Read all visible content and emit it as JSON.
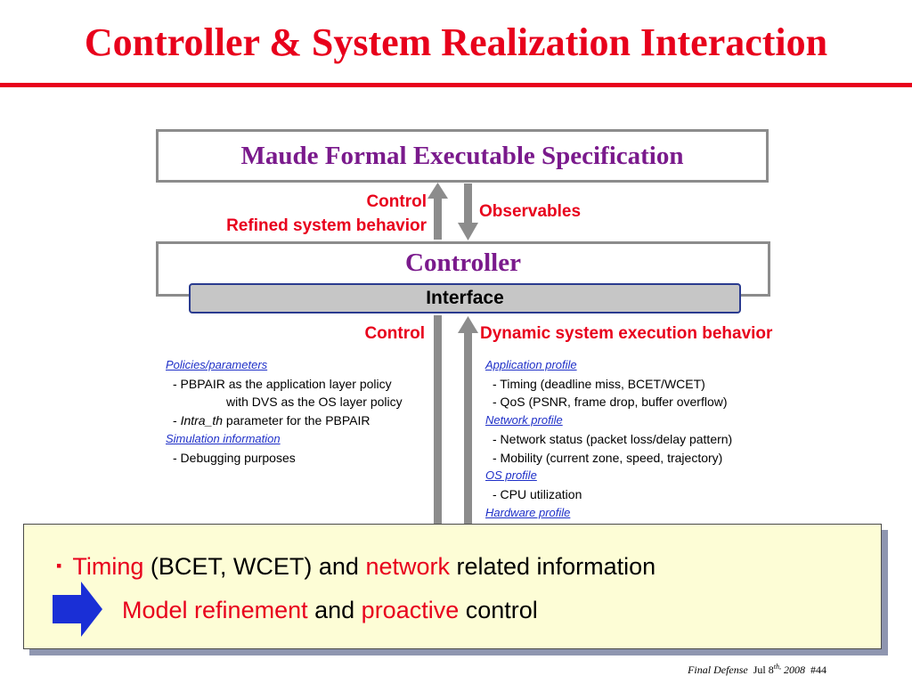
{
  "slide": {
    "title": "Controller & System Realization Interaction"
  },
  "diagram": {
    "maude_box": "Maude Formal Executable Specification",
    "controller_box": "Controller",
    "interface_bar": "Interface",
    "up_label_1": "Control",
    "up_label_2": "Refined system behavior",
    "down_label": "Observables",
    "lower_left_label": "Control",
    "lower_right_label": "Dynamic system execution behavior",
    "colors": {
      "title_red": "#e8001c",
      "purple": "#7a1a8c",
      "arrow_gray": "#8c8c8c",
      "link_blue": "#1f30c8",
      "callout_bg": "#fdfdd6",
      "pointer_blue": "#1a2fd6"
    }
  },
  "left_column": {
    "policies_heading": "Policies/parameters",
    "policy_1a": "- PBPAIR as the application layer policy",
    "policy_1b": "with DVS as the OS layer policy",
    "policy_2_prefix": "- ",
    "policy_2_italic": "Intra_th",
    "policy_2_suffix": " parameter for the PBPAIR",
    "simulation_heading": "Simulation information",
    "simulation_1": "- Debugging purposes"
  },
  "right_column": {
    "app_heading": "Application profile",
    "app_1": "- Timing (deadline miss, BCET/WCET)",
    "app_2": "- QoS (PSNR, frame drop, buffer overflow)",
    "net_heading": "Network profile",
    "net_1": "- Network status (packet loss/delay pattern)",
    "net_2": "- Mobility (current zone, speed, trajectory)",
    "os_heading": "OS profile",
    "os_1": "- CPU utilization",
    "hw_heading": "Hardware profile"
  },
  "callout": {
    "bullet": "▪",
    "line1_red1": "Timing",
    "line1_black1": " (BCET, WCET) and ",
    "line1_red2": "network",
    "line1_black2": " related information",
    "line2_red1": "Model refinement",
    "line2_black1": " and ",
    "line2_red2": "proactive",
    "line2_black2": " control",
    "pointer_icon": "right-arrow-icon"
  },
  "footer": {
    "event": "Final Defense",
    "date_prefix": "Jul 8",
    "date_sup": "th,",
    "year": "2008",
    "page": "#44"
  }
}
